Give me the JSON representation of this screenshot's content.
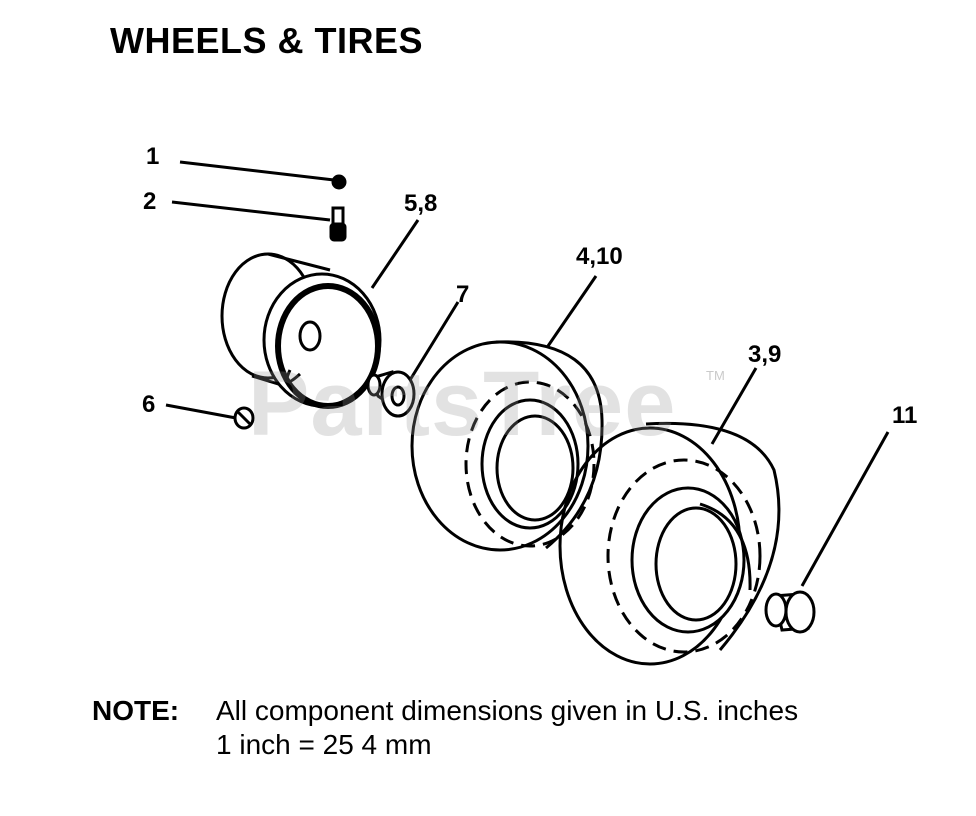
{
  "title": "WHEELS & TIRES",
  "callouts": {
    "c1": "1",
    "c2": "2",
    "c58": "5,8",
    "c7": "7",
    "c410": "4,10",
    "c39": "3,9",
    "c6": "6",
    "c11": "11"
  },
  "note": {
    "label": "NOTE:",
    "line1": "All component dimensions given in U.S. inches",
    "line2": "1 inch = 25 4 mm"
  },
  "watermark": {
    "text": "PartsTree",
    "tm": "TM"
  },
  "colors": {
    "ink": "#000000",
    "watermark": "#969696"
  }
}
